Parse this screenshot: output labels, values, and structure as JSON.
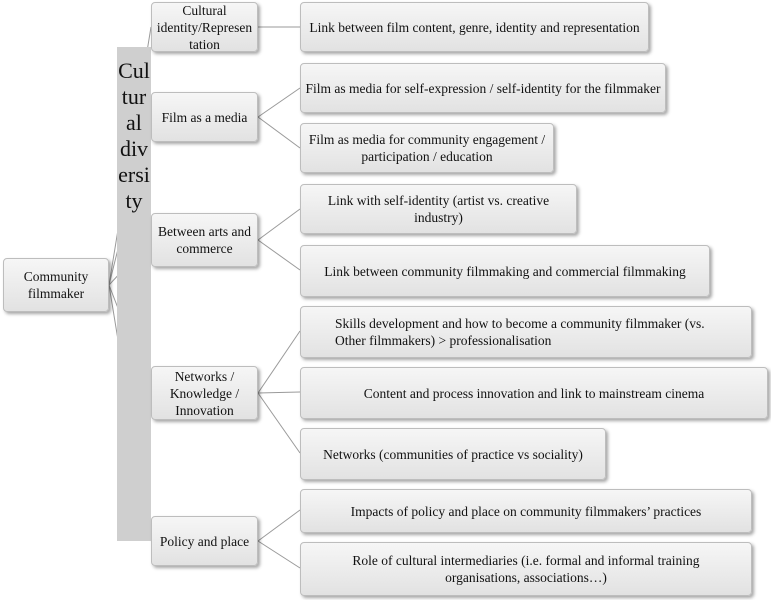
{
  "root": "Community filmmaker",
  "band": "Cultural  diversity",
  "categories": [
    {
      "label": "Cultural identity/Represen tation",
      "items": [
        "Link between film content, genre, identity and representation"
      ]
    },
    {
      "label": "Film as a media",
      "items": [
        "Film as media for self-expression  / self-identity for the filmmaker",
        "Film as media for community engagement / participation  / education"
      ]
    },
    {
      "label": "Between arts and commerce",
      "items": [
        "Link with self-identity (artist vs. creative industry)",
        "Link between community filmmaking and commercial filmmaking"
      ]
    },
    {
      "label": "Networks / Knowledge / Innovation",
      "items": [
        "Skills  development and how to become a community filmmaker (vs. Other filmmakers) > professionalisation",
        "Content and process innovation and link to mainstream cinema",
        "Networks (communities of practice vs sociality)"
      ]
    },
    {
      "label": "Policy and place",
      "items": [
        "Impacts of policy and place on community filmmakers’ practices",
        "Role of cultural intermediaries (i.e.  formal and informal training organisations, associations…)"
      ]
    }
  ]
}
